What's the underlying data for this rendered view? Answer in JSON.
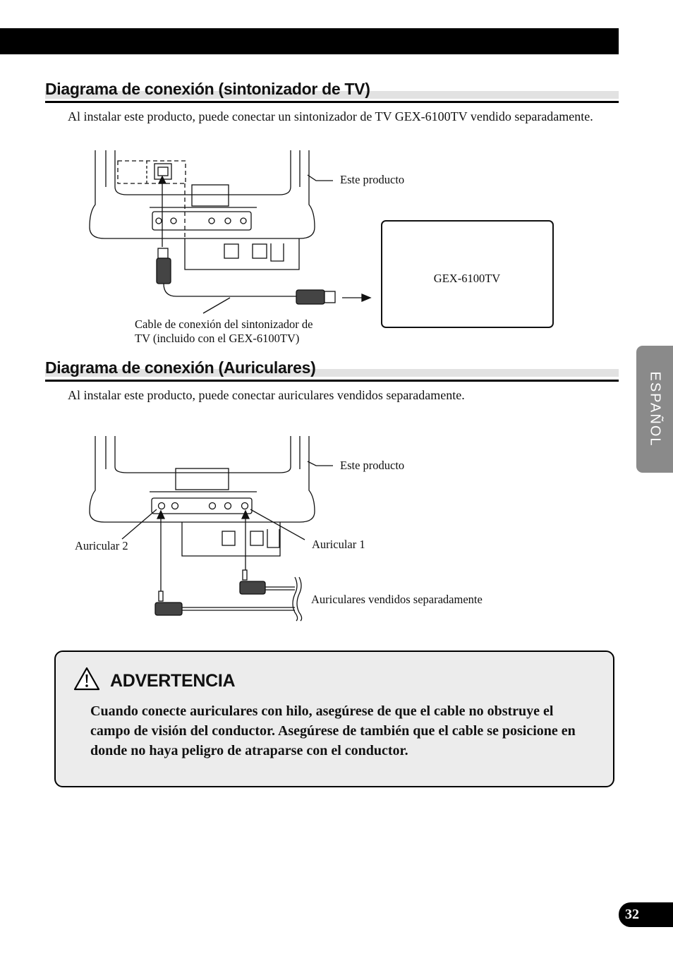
{
  "section1": {
    "title": "Diagrama de conexión (sintonizador de TV)",
    "intro": "Al instalar este producto, puede conectar un sintonizador de TV GEX-6100TV vendido separadamente.",
    "diagram": {
      "product_label": "Este producto",
      "tuner_label": "GEX-6100TV",
      "cable_label_line1": "Cable de conexión del sintonizador de",
      "cable_label_line2": "TV (incluido con el GEX-6100TV)"
    }
  },
  "section2": {
    "title": "Diagrama de conexión (Auriculares)",
    "intro": "Al instalar este producto, puede conectar auriculares vendidos separadamente.",
    "diagram": {
      "product_label": "Este producto",
      "headphone2_label": "Auricular 2",
      "headphone1_label": "Auricular 1",
      "headphones_label": "Auriculares vendidos separadamente"
    }
  },
  "warning": {
    "icon": "warning-triangle-icon",
    "title": "ADVERTENCIA",
    "text": "Cuando conecte auriculares con hilo, asegúrese de que el cable no obstruye el campo de visión del conductor. Asegúrese de también que el cable se posicione en donde no haya peligro de atraparse con el conductor."
  },
  "side_tab": {
    "label": "ESPAÑOL"
  },
  "page_number": "32"
}
